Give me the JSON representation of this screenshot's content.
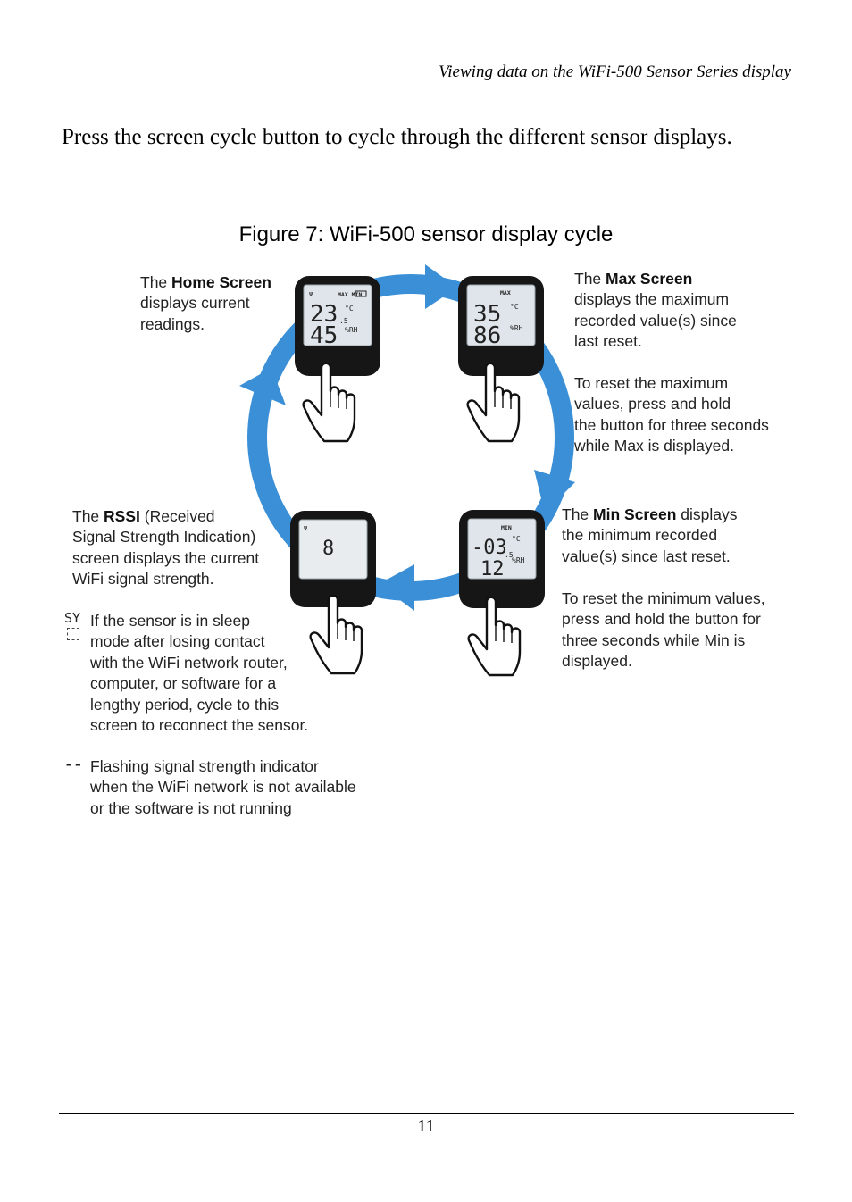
{
  "header": {
    "title": "Viewing data on the WiFi-500 Sensor Series display"
  },
  "intro": "Press the screen cycle button to cycle through the different sensor displays.",
  "figure": {
    "caption": "Figure 7: WiFi-500 sensor display cycle",
    "arrow_color": "#3a8fd6",
    "home": {
      "label_pre": "The ",
      "label_bold": "Home Screen",
      "label_rest": [
        "displays current",
        "readings."
      ],
      "lcd": {
        "indicator": "MAX MIN",
        "temp": "23",
        "temp_decimal": ".5",
        "temp_unit": "°C",
        "rh": "45",
        "rh_unit": "%RH"
      }
    },
    "max": {
      "label_pre": "The ",
      "label_bold": "Max Screen",
      "label_rest": [
        "displays the maximum",
        "recorded value(s) since",
        "last reset."
      ],
      "reset": [
        "To reset the maximum",
        "values, press and hold",
        "the button for three seconds",
        "while Max is displayed."
      ],
      "lcd": {
        "indicator": "MAX",
        "temp": "35",
        "temp_unit": "°C",
        "rh": "86",
        "rh_unit": "%RH"
      }
    },
    "min": {
      "label_pre": "The ",
      "label_bold": "Min Screen",
      "label_post": " displays",
      "label_rest": [
        "the minimum recorded",
        "value(s) since last reset."
      ],
      "reset": [
        "To reset the minimum values,",
        "press and hold the button for",
        "three seconds while Min is",
        "displayed."
      ],
      "lcd": {
        "indicator": "MIN",
        "temp": "-03",
        "temp_decimal": ".5",
        "temp_unit": "°C",
        "rh": "12",
        "rh_unit": "%RH"
      }
    },
    "rssi": {
      "label_pre": "The ",
      "label_bold": "RSSI",
      "label_post": " (Received",
      "label_rest": [
        "Signal Strength Indication)",
        "screen displays the current",
        "WiFi signal strength."
      ],
      "lcd": {
        "value": "8"
      },
      "sleep_icon": "SY",
      "sleep_note": [
        "If the sensor is in sleep",
        "mode after losing contact",
        "with the WiFi network router,",
        "computer, or software for a",
        "lengthy period, cycle to this",
        "screen to reconnect the sensor."
      ],
      "flash_icon": "--",
      "flash_note": [
        "Flashing signal strength indicator",
        "when the WiFi network is not available",
        "or the software is not running"
      ]
    }
  },
  "footer": {
    "page_number": "11"
  }
}
